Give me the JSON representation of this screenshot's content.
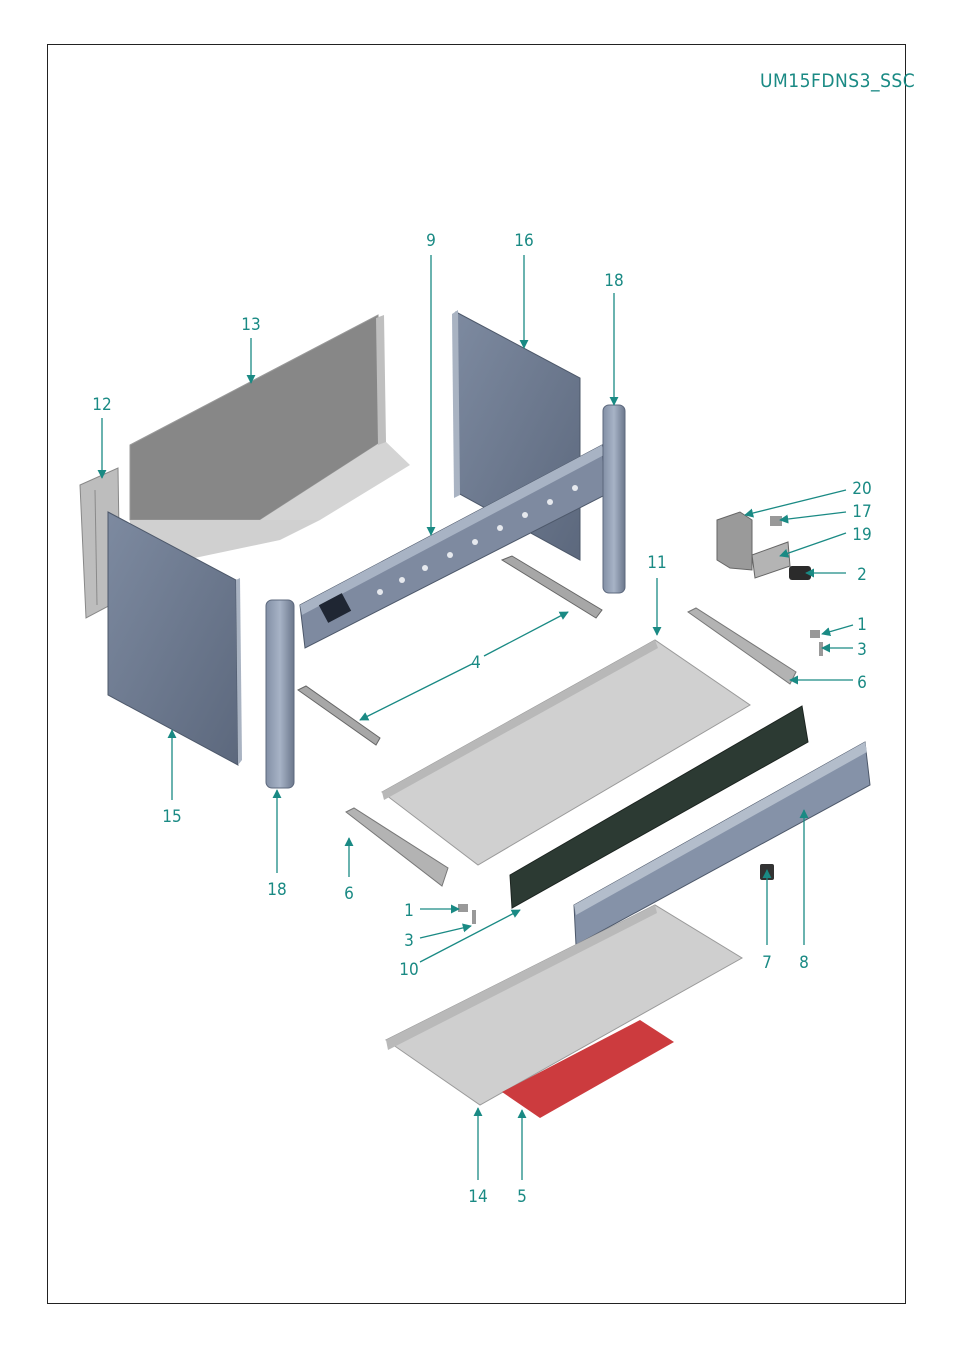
{
  "drawing": {
    "code": "UM15FDNS3_SSC",
    "accent_color": "#1a8a84",
    "frame_color": "#222222",
    "highlight_color": "#cc3b3e"
  },
  "callouts": [
    {
      "id": "c9",
      "label": "9"
    },
    {
      "id": "c16",
      "label": "16"
    },
    {
      "id": "c18a",
      "label": "18"
    },
    {
      "id": "c13",
      "label": "13"
    },
    {
      "id": "c12",
      "label": "12"
    },
    {
      "id": "c20",
      "label": "20"
    },
    {
      "id": "c17",
      "label": "17"
    },
    {
      "id": "c19",
      "label": "19"
    },
    {
      "id": "c2",
      "label": "2"
    },
    {
      "id": "c11",
      "label": "11"
    },
    {
      "id": "c1a",
      "label": "1"
    },
    {
      "id": "c3a",
      "label": "3"
    },
    {
      "id": "c6a",
      "label": "6"
    },
    {
      "id": "c4",
      "label": "4"
    },
    {
      "id": "c15",
      "label": "15"
    },
    {
      "id": "c18b",
      "label": "18"
    },
    {
      "id": "c6b",
      "label": "6"
    },
    {
      "id": "c1b",
      "label": "1"
    },
    {
      "id": "c3b",
      "label": "3"
    },
    {
      "id": "c10",
      "label": "10"
    },
    {
      "id": "c7",
      "label": "7"
    },
    {
      "id": "c8",
      "label": "8"
    },
    {
      "id": "c14",
      "label": "14"
    },
    {
      "id": "c5",
      "label": "5"
    }
  ]
}
